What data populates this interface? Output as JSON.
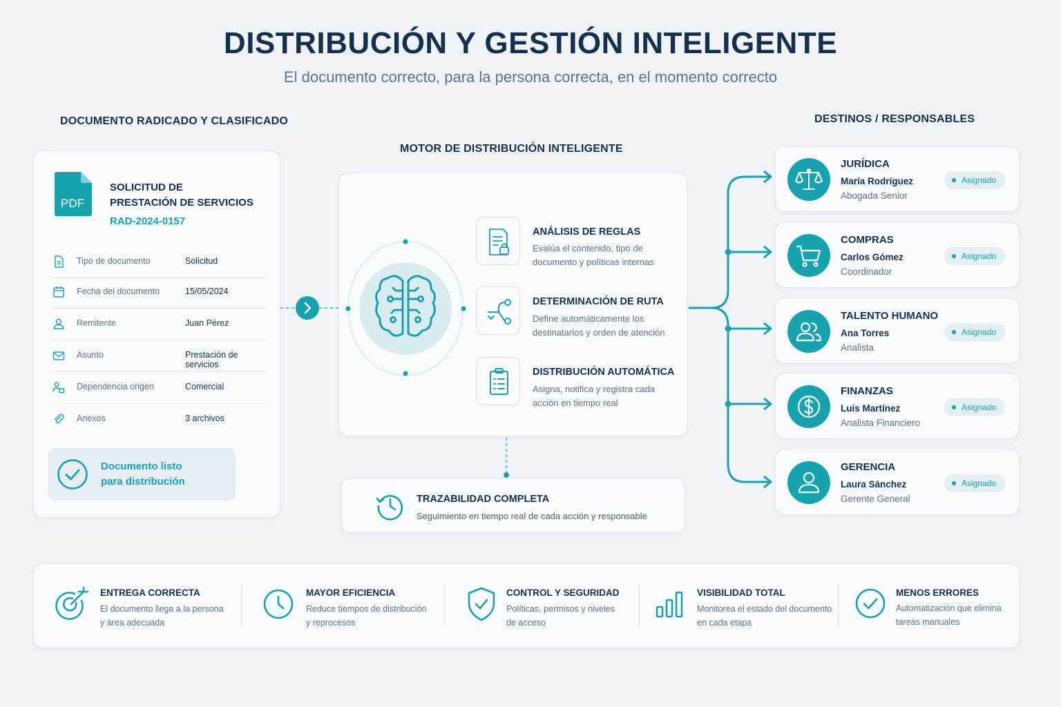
{
  "header": {
    "title": "DISTRIBUCIÓN Y GESTIÓN INTELIGENTE",
    "subtitle": "El documento correcto, para la persona correcta, en el momento correcto"
  },
  "document": {
    "section_title": "DOCUMENTO RADICADO Y CLASIFICADO",
    "file_type": "PDF",
    "title_line1": "SOLICITUD DE",
    "title_line2": "PRESTACIÓN DE SERVICIOS",
    "code": "RAD-2024-0157",
    "fields": [
      {
        "icon": "document-icon",
        "label": "Tipo de documento",
        "value": "Solicitud"
      },
      {
        "icon": "calendar-icon",
        "label": "Fecha del documento",
        "value": "15/05/2024"
      },
      {
        "icon": "user-icon",
        "label": "Remitente",
        "value": "Juan Pérez"
      },
      {
        "icon": "mail-icon",
        "label": "Asunto",
        "value": "Prestación de servicios"
      },
      {
        "icon": "department-icon",
        "label": "Dependencia origen",
        "value": "Comercial"
      },
      {
        "icon": "attachment-icon",
        "label": "Anexos",
        "value": "3 archivos"
      }
    ],
    "ready_line1": "Documento listo",
    "ready_line2": "para distribución"
  },
  "engine": {
    "section_title": "MOTOR DE DISTRIBUCIÓN INTELIGENTE",
    "steps": [
      {
        "icon": "rules-document-icon",
        "title": "ANÁLISIS DE REGLAS",
        "desc_line1": "Evalúa el contenido, tipo de",
        "desc_line2": "documento y políticas internas"
      },
      {
        "icon": "route-icon",
        "title": "DETERMINACIÓN DE RUTA",
        "desc_line1": "Define automáticamente los",
        "desc_line2": "destinatarios y orden de atención"
      },
      {
        "icon": "clipboard-icon",
        "title": "DISTRIBUCIÓN AUTOMÁTICA",
        "desc_line1": "Asigna, notifica y registra cada",
        "desc_line2": "acción en tiempo real"
      }
    ]
  },
  "trace": {
    "title": "TRAZABILIDAD COMPLETA",
    "desc": "Seguimiento en tiempo real de cada acción y responsable"
  },
  "destinations": {
    "section_title": "DESTINOS / RESPONSABLES",
    "items": [
      {
        "icon": "scales-icon",
        "name": "JURÍDICA",
        "person": "María Rodríguez",
        "role": "Abogada Senior",
        "status": "Asignado"
      },
      {
        "icon": "cart-icon",
        "name": "COMPRAS",
        "person": "Carlos Gómez",
        "role": "Coordinador",
        "status": "Asignado"
      },
      {
        "icon": "team-icon",
        "name": "TALENTO HUMANO",
        "person": "Ana Torres",
        "role": "Analista",
        "status": "Asignado"
      },
      {
        "icon": "dollar-icon",
        "name": "FINANZAS",
        "person": "Luis Martínez",
        "role": "Analista Financiero",
        "status": "Asignado"
      },
      {
        "icon": "person-icon",
        "name": "GERENCIA",
        "person": "Laura Sánchez",
        "role": "Gerente General",
        "status": "Asignado"
      }
    ]
  },
  "benefits": [
    {
      "icon": "target-icon",
      "title": "ENTREGA CORRECTA",
      "desc_line1": "El documento llega a la persona",
      "desc_line2": "y área adecuada"
    },
    {
      "icon": "clock-icon",
      "title": "MAYOR EFICIENCIA",
      "desc_line1": "Reduce tiempos de distribución",
      "desc_line2": "y reprocesos"
    },
    {
      "icon": "shield-check-icon",
      "title": "CONTROL Y SEGURIDAD",
      "desc_line1": "Políticas, permisos y niveles",
      "desc_line2": "de acceso"
    },
    {
      "icon": "bar-chart-icon",
      "title": "VISIBILIDAD TOTAL",
      "desc_line1": "Monitorea el estado del documento",
      "desc_line2": "en cada etapa"
    },
    {
      "icon": "check-circle-icon",
      "title": "MENOS ERRORES",
      "desc_line1": "Automatización que elimina",
      "desc_line2": "tareas manuales"
    }
  ],
  "colors": {
    "accent": "#17a2b0",
    "heading": "#15304f",
    "muted": "#5f7186",
    "background": "#f1f4f7"
  }
}
